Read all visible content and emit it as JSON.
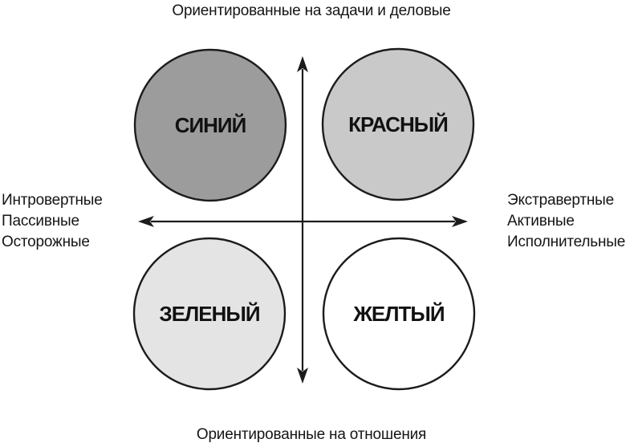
{
  "diagram": {
    "title_top": "Ориентированные на задачи и деловые",
    "title_bottom": "Ориентированные на отношения",
    "left_labels": [
      "Интровертные",
      "Пассивные",
      "Осторожные"
    ],
    "right_labels": [
      "Экстравертные",
      "Активные",
      "Исполнительные"
    ],
    "quadrants": [
      {
        "id": "blue",
        "label": "СИНИЙ",
        "fill": "#9c9c9c"
      },
      {
        "id": "red",
        "label": "КРАСНЫЙ",
        "fill": "#c9c9c9"
      },
      {
        "id": "green",
        "label": "ЗЕЛЕНЫЙ",
        "fill": "#e4e4e4"
      },
      {
        "id": "yellow",
        "label": "ЖЕЛТЫЙ",
        "fill": "#ffffff"
      }
    ],
    "colors": {
      "axis": "#1c1c1c",
      "circle_stroke": "#1c1c1c",
      "text": "#151515"
    }
  }
}
